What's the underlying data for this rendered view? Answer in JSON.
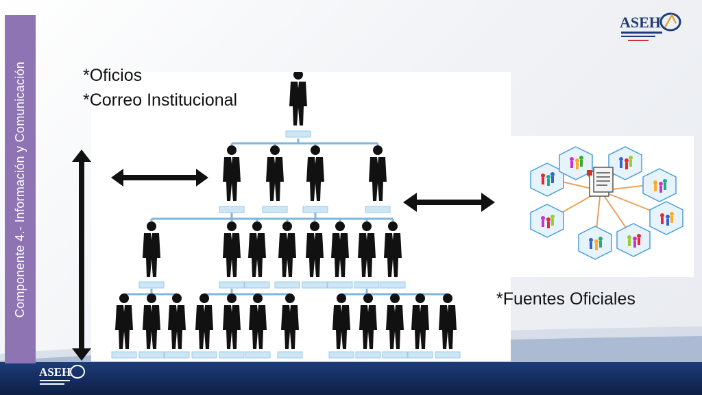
{
  "sidebar": {
    "title": "Componente 4.- Información y Comunicación"
  },
  "bullets": [
    "*Oficios",
    "*Correo Institucional"
  ],
  "fuentes_label": "*Fuentes Oficiales",
  "logo": {
    "text": "ASEH"
  },
  "colors": {
    "sidebar": "#8e74b2",
    "footer": "#1d3c78",
    "connector": "#7fb7dc",
    "node": "#2aa7e0"
  }
}
